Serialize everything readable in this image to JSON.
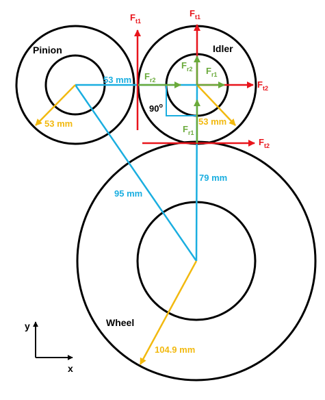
{
  "labels": {
    "pinion": "Pinion",
    "idler": "Idler",
    "wheel": "Wheel",
    "angle": "90",
    "angle_sup": "o",
    "x_axis": "x",
    "y_axis": "y"
  },
  "dimensions": {
    "pinion_center_distance": "53 mm",
    "pinion_radius": "53 mm",
    "idler_radius": "53 mm",
    "idler_wheel_center_distance": "79 mm",
    "pinion_wheel_center_distance": "95 mm",
    "wheel_radius": "104.9 mm"
  },
  "forces": {
    "ft1_top_left": {
      "main": "F",
      "sub": "t1"
    },
    "ft1_top_idler": {
      "main": "F",
      "sub": "t1"
    },
    "ft2_idler_right": {
      "main": "F",
      "sub": "t2"
    },
    "ft2_lower": {
      "main": "F",
      "sub": "t2"
    },
    "fr2_pinion": {
      "main": "F",
      "sub": "r2"
    },
    "fr2_idler": {
      "main": "F",
      "sub": "r2"
    },
    "fr1_idler": {
      "main": "F",
      "sub": "r1"
    },
    "fr1_lower": {
      "main": "F",
      "sub": "r1"
    }
  },
  "colors": {
    "gear": "#000000",
    "force_tangential": "#e8141b",
    "force_radial": "#6aaa3b",
    "center_line": "#1aaee0",
    "radius": "#f2b90f",
    "angle_marker": "#1aaee0"
  }
}
